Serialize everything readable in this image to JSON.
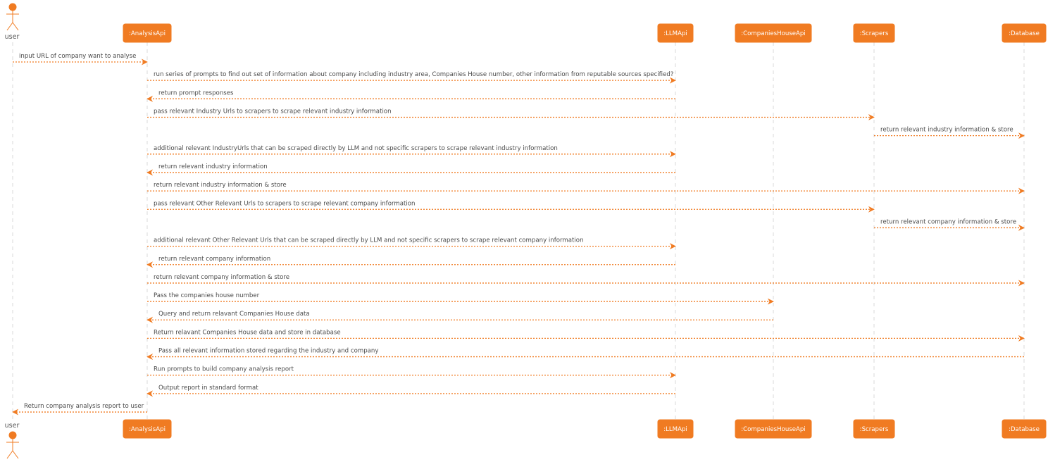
{
  "colors": {
    "accent": "#F07B22",
    "lifeline": "#D8D8D8",
    "text": "#4A4A4A",
    "box_text": "#FFFFFF"
  },
  "participants": [
    {
      "id": "user",
      "label": "user",
      "kind": "actor"
    },
    {
      "id": "analysis",
      "label": ":AnalysisApi",
      "kind": "box"
    },
    {
      "id": "llm",
      "label": ":LLMApi",
      "kind": "box"
    },
    {
      "id": "companies",
      "label": ":CompaniesHouseApi",
      "kind": "box"
    },
    {
      "id": "scrapers",
      "label": ":Scrapers",
      "kind": "box"
    },
    {
      "id": "database",
      "label": ":Database",
      "kind": "box"
    }
  ],
  "messages": [
    {
      "from": "user",
      "to": "analysis",
      "text": "input URL of company want to analyse"
    },
    {
      "from": "analysis",
      "to": "llm",
      "text": "run series of prompts to find out set of information about company including industry area, Companies House number, other information from reputable sources specified?"
    },
    {
      "from": "llm",
      "to": "analysis",
      "text": "return prompt responses"
    },
    {
      "from": "analysis",
      "to": "scrapers",
      "text": "pass relevant Industry Urls to scrapers to scrape relevant industry information"
    },
    {
      "from": "scrapers",
      "to": "database",
      "text": "return relevant industry information & store"
    },
    {
      "from": "analysis",
      "to": "llm",
      "text": "additional relevant IndustryUrls that can be scraped directly by LLM and not specific scrapers to scrape relevant industry information"
    },
    {
      "from": "llm",
      "to": "analysis",
      "text": "return relevant industry information"
    },
    {
      "from": "analysis",
      "to": "database",
      "text": "return relevant industry information & store"
    },
    {
      "from": "analysis",
      "to": "scrapers",
      "text": "pass relevant Other Relevant Urls to scrapers to scrape relevant company information"
    },
    {
      "from": "scrapers",
      "to": "database",
      "text": "return relevant company information & store"
    },
    {
      "from": "analysis",
      "to": "llm",
      "text": "additional relevant Other Relevant Urls that can be scraped directly by LLM and not specific scrapers to scrape relevant company information"
    },
    {
      "from": "llm",
      "to": "analysis",
      "text": "return relevant company information"
    },
    {
      "from": "analysis",
      "to": "database",
      "text": "return relevant company information & store"
    },
    {
      "from": "analysis",
      "to": "companies",
      "text": "Pass the companies house number"
    },
    {
      "from": "companies",
      "to": "analysis",
      "text": "Query and return relavant Companies House data"
    },
    {
      "from": "analysis",
      "to": "database",
      "text": "Return relavant Companies House data and store in database"
    },
    {
      "from": "database",
      "to": "analysis",
      "text": "Pass all relevant information stored regarding the industry and company"
    },
    {
      "from": "analysis",
      "to": "llm",
      "text": "Run prompts to build company analysis report"
    },
    {
      "from": "llm",
      "to": "analysis",
      "text": "Output report in standard format"
    },
    {
      "from": "analysis",
      "to": "user",
      "text": "Return company analysis report to user"
    }
  ]
}
